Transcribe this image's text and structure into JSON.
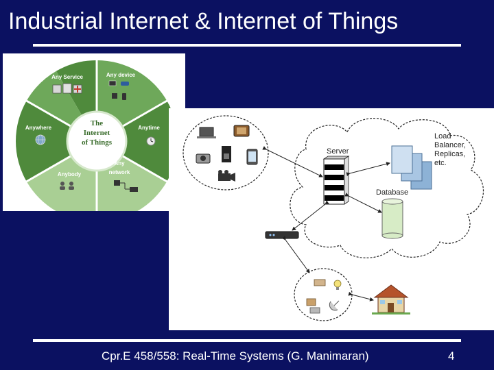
{
  "slide": {
    "title": "Industrial Internet & Internet of Things",
    "footer": "Cpr.E 458/558: Real-Time Systems (G. Manimaran)",
    "page_number": "4"
  },
  "iot_wheel": {
    "center": [
      "The",
      "Internet",
      "of Things"
    ],
    "segments": {
      "any_service": "Any Service",
      "any_device": "Any device",
      "anytime": "Anytime",
      "any_network": [
        "Any",
        "network"
      ],
      "anybody": "Anybody",
      "anywhere": "Anywhere"
    },
    "colors": {
      "dark": "#4f8a3c",
      "light": "#a9cf94",
      "center_text": "#3c6e2e"
    }
  },
  "network_diagram": {
    "server_label": "Server",
    "database_label": "Database",
    "load_balancer_label": [
      "Load",
      "Balancer,",
      "Replicas,",
      "etc."
    ]
  }
}
